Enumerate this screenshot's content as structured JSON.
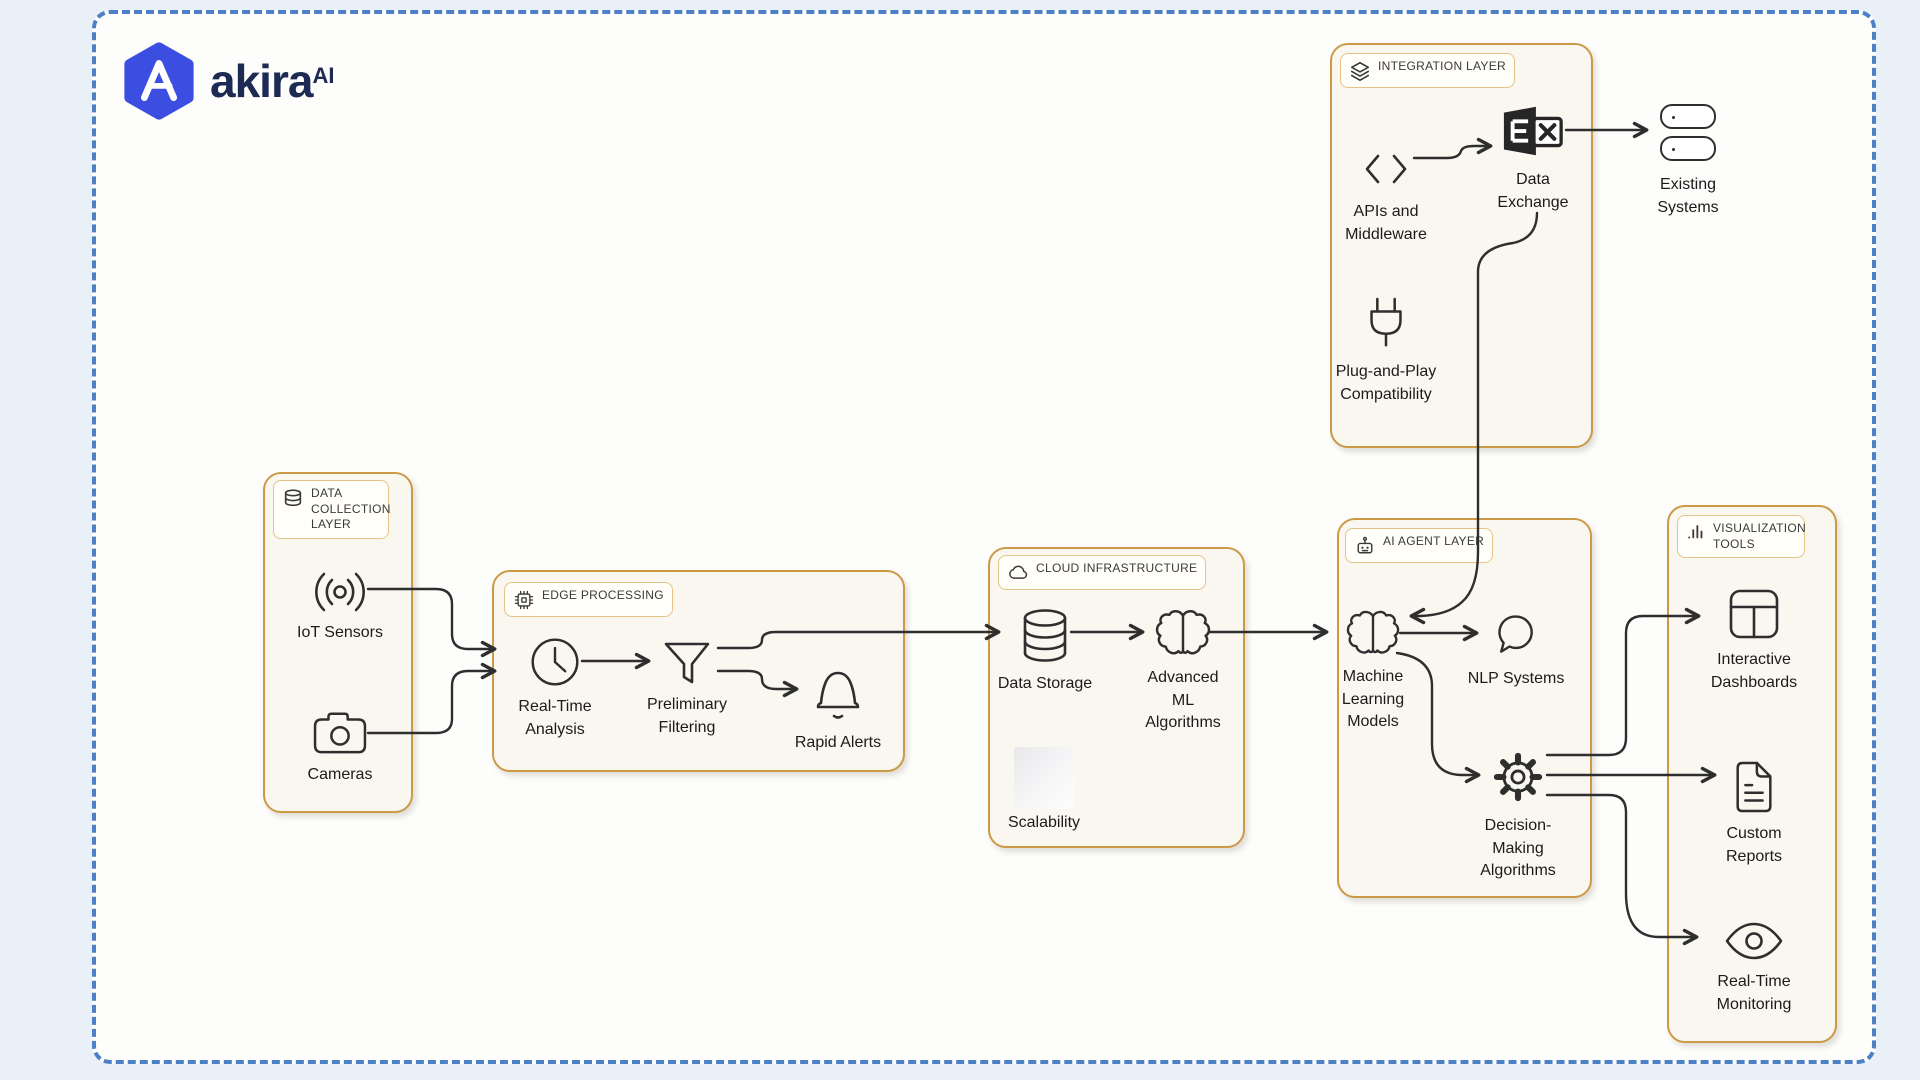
{
  "brand": {
    "name": "akira",
    "sup": "AI"
  },
  "colors": {
    "page_bg": "#e9f0f8",
    "canvas_bg": "#fdfdfb",
    "frame_dash": "#4e80c6",
    "box_border": "#cc9a47",
    "box_fill": "#f9f7f0",
    "chip_border": "#e5c387",
    "chip_fill": "#fffef8",
    "line": "#2e2e2e",
    "text": "#1b1b1b",
    "brand_blue": "#3b4ee1",
    "brand_navy": "#1c2a54",
    "exchange_dark": "#262626"
  },
  "layers": {
    "collection": {
      "title": "DATA COLLECTION LAYER",
      "iot": "IoT Sensors",
      "cameras": "Cameras"
    },
    "edge": {
      "title": "EDGE PROCESSING",
      "realtime": "Real-Time Analysis",
      "filtering": "Preliminary Filtering",
      "alerts": "Rapid Alerts"
    },
    "cloud": {
      "title": "CLOUD INFRASTRUCTURE",
      "storage": "Data Storage",
      "ml": "Advanced ML Algorithms",
      "scalability": "Scalability"
    },
    "agent": {
      "title": "AI AGENT LAYER",
      "models": "Machine Learning Models",
      "nlp": "NLP Systems",
      "decision": "Decision-Making Algorithms"
    },
    "integration": {
      "title": "INTEGRATION LAYER",
      "apis": "APIs and Middleware",
      "exchange": "Data Exchange",
      "plug": "Plug-and-Play Compatibility"
    },
    "viz": {
      "title": "VISUALIZATION TOOLS",
      "dashboards": "Interactive Dashboards",
      "reports": "Custom Reports",
      "monitoring": "Real-Time Monitoring"
    }
  },
  "external": {
    "systems": "Existing Systems"
  }
}
